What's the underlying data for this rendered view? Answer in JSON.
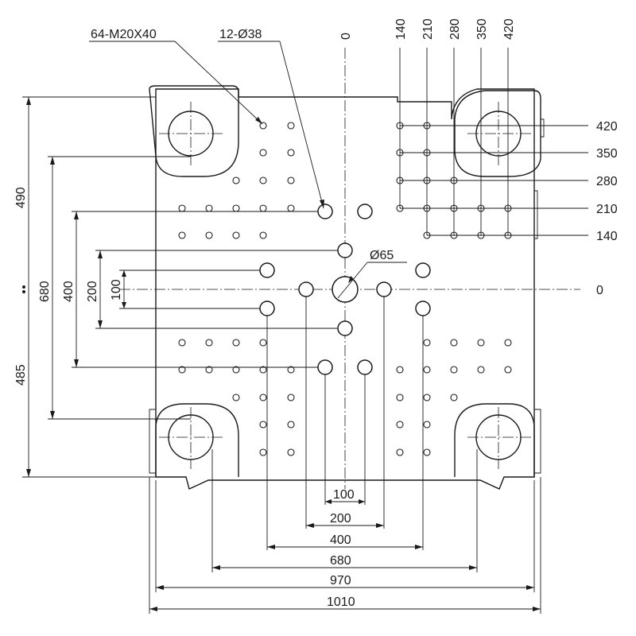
{
  "callouts": {
    "threaded_holes": "64-M20X40",
    "bolt_holes": "12-Ø38",
    "center_hole": "Ø65"
  },
  "top_labels": [
    "0",
    "140",
    "210",
    "280",
    "350",
    "420"
  ],
  "right_labels": [
    "420",
    "350",
    "280",
    "210",
    "140",
    "0"
  ],
  "left_dims": {
    "upper_tiebar": "490",
    "lower_tiebar": "485",
    "d680": "680",
    "d400": "400",
    "d200": "200",
    "d100": "100"
  },
  "bottom_dims": [
    "100",
    "200",
    "400",
    "680",
    "970",
    "1010"
  ]
}
